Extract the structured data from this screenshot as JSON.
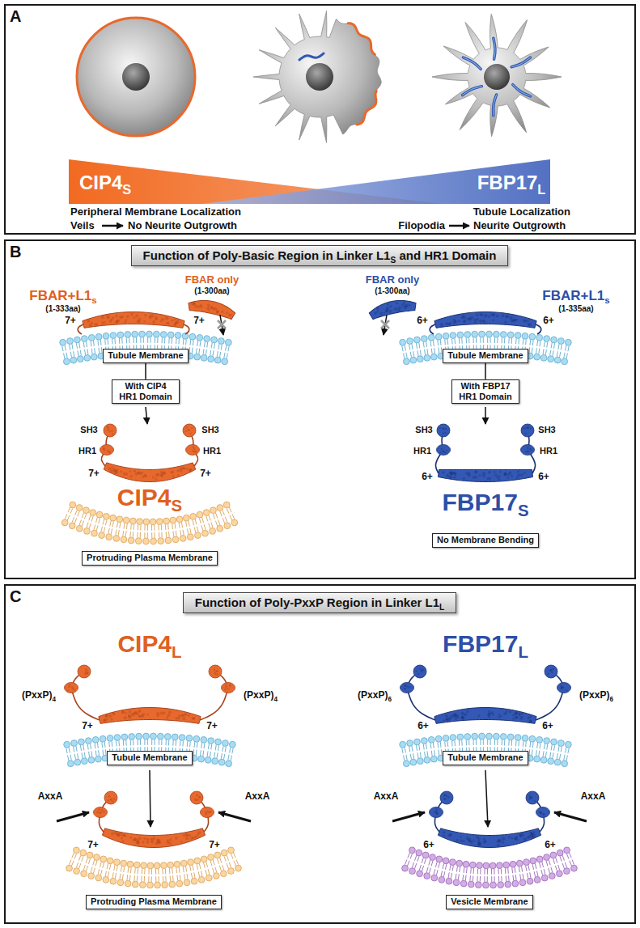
{
  "diagram": {
    "nodes": [
      {
        "text": [
          "A"
        ]
      },
      {
        "text": [
          "B"
        ]
      },
      {
        "text": [
          "Function of Poly-Basic Region in Linker L1S and HR1 Domain"
        ],
        "in": 1
      },
      {
        "text": [
          "Tubule Membrane"
        ],
        "in": 1
      },
      {
        "text": [
          "With CIP4 HR1 Domain"
        ],
        "in": 1
      },
      {
        "text": [
          "Tubule Membrane"
        ],
        "in": 1
      },
      {
        "text": [
          "With FBP17 HR1 Domain"
        ],
        "in": 1
      },
      {
        "text": [
          "Protruding Plasma Membrane"
        ],
        "in": 1
      },
      {
        "text": [
          "No Membrane Bending"
        ],
        "in": 1
      },
      {
        "text": [
          "C"
        ]
      },
      {
        "text": [
          "Function of Poly-PxxP Region in Linker L1L"
        ],
        "in": 9
      },
      {
        "text": [
          "Tubule Membrane"
        ],
        "in": 9
      },
      {
        "text": [
          "Tubule Membrane"
        ],
        "in": 9
      },
      {
        "text": [
          "Protruding Plasma Membrane"
        ],
        "in": 9
      },
      {
        "text": [
          "Vesicle Membrane"
        ],
        "in": 9
      }
    ],
    "edges": [
      {
        "from": 3,
        "to": 4,
        "arrow": "none"
      },
      {
        "from": 5,
        "to": 6,
        "arrow": "none"
      }
    ],
    "labels": [
      "CIP4S",
      "FBP17L",
      "Peripheral Membrane Localization",
      "Veils",
      "No Neurite Outgrowth",
      "Tubule Localization",
      "Filopodia",
      "Neurite Outgrowth",
      "FBAR+L1s",
      "(1-333aa)",
      "FBAR only",
      "(1-300aa)",
      "7+",
      "7+",
      "FBAR only",
      "(1-300aa)",
      "FBAR+L1s",
      "(1-335aa)",
      "6+",
      "6+",
      "SH3",
      "HR1",
      "7+",
      "SH3",
      "HR1",
      "7+",
      "CIP4S",
      "SH3",
      "HR1",
      "6+",
      "SH3",
      "HR1",
      "6+",
      "FBP17S",
      "CIP4L",
      "FBP17L",
      "(PxxP)4",
      "(PxxP)4",
      "7+",
      "7+",
      "AxxA",
      "AxxA",
      "7+",
      "7+",
      "(PxxP)6",
      "(PxxP)6",
      "6+",
      "6+",
      "AxxA",
      "AxxA",
      "6+",
      "6+"
    ]
  }
}
